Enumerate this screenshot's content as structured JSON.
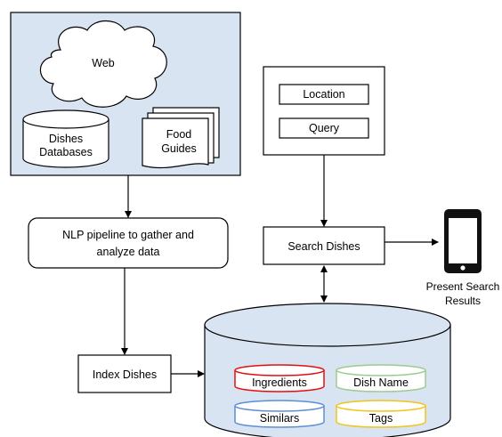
{
  "sources": {
    "web": "Web",
    "dishes_db_line1": "Dishes",
    "dishes_db_line2": "Databases",
    "food_guides_line1": "Food",
    "food_guides_line2": "Guides"
  },
  "user_input": {
    "location": "Location",
    "query": "Query"
  },
  "pipeline": {
    "nlp_line1": "NLP pipeline to gather and",
    "nlp_line2": "analyze data",
    "index_dishes": "Index Dishes",
    "search_dishes": "Search Dishes"
  },
  "output": {
    "present_line1": "Present Search",
    "present_line2": "Results"
  },
  "database": {
    "ingredients": "Ingredients",
    "dish_name": "Dish Name",
    "similars": "Similars",
    "tags": "Tags"
  },
  "colors": {
    "panel_fill": "#d9e4f2",
    "ingredients": "#e01010",
    "dish_name": "#9ccb8e",
    "similars": "#5b8fd6",
    "tags": "#f0c419"
  }
}
